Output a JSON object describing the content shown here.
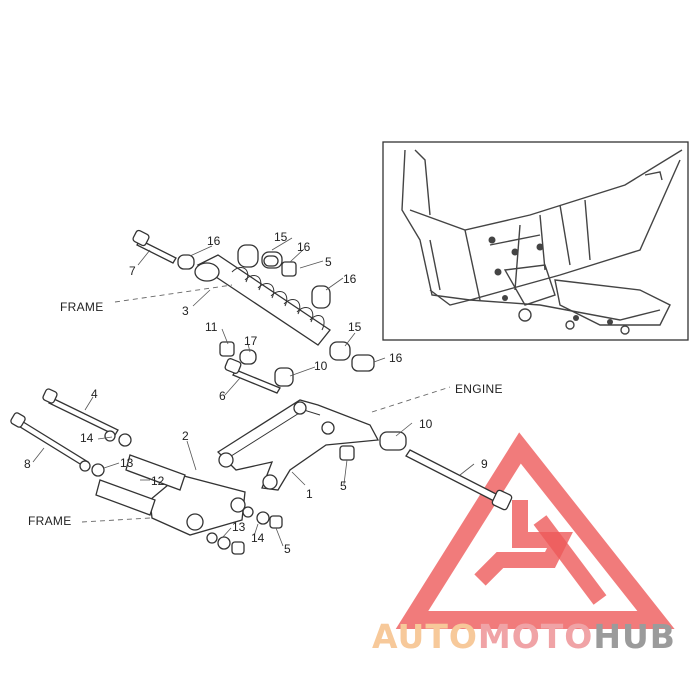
{
  "callouts": {
    "c1": "1",
    "c2": "2",
    "c3": "3",
    "c4": "4",
    "c5a": "5",
    "c5b": "5",
    "c5c": "5",
    "c6": "6",
    "c7": "7",
    "c8": "8",
    "c9": "9",
    "c10a": "10",
    "c10b": "10",
    "c11": "11",
    "c12": "12",
    "c13a": "13",
    "c13b": "13",
    "c14a": "14",
    "c14b": "14",
    "c15a": "15",
    "c15b": "15",
    "c16a": "16",
    "c16b": "16",
    "c16c": "16",
    "c16d": "16",
    "c17": "17"
  },
  "labels": {
    "frame_top": "FRAME",
    "frame_bottom": "FRAME",
    "engine": "ENGINE"
  },
  "watermark": {
    "part1": "AUTO",
    "part2": "MOTO",
    "part3": "HUB",
    "colors": {
      "auto": "#f7c99a",
      "moto": "#f0a3a6",
      "hub": "#9b9b9b",
      "triangle": "#ee5a5a"
    }
  }
}
